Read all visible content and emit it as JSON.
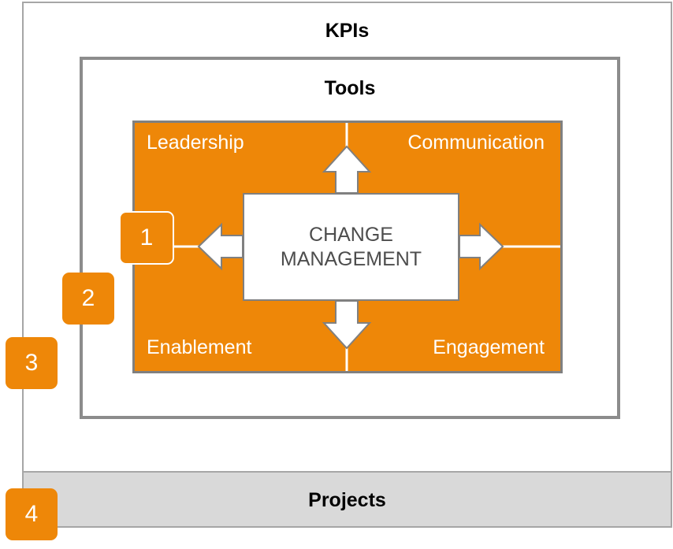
{
  "diagram": {
    "kpis_title": "KPIs",
    "tools_title": "Tools",
    "projects_title": "Projects",
    "center": {
      "line1": "CHANGE",
      "line2": "MANAGEMENT"
    },
    "quadrants": {
      "top_left": "Leadership",
      "top_right": "Communication",
      "bottom_left": "Enablement",
      "bottom_right": "Engagement"
    },
    "badges": [
      "1",
      "2",
      "3",
      "4"
    ],
    "colors": {
      "accent_orange": "#ee8708",
      "frame_gray": "#8c8c8c",
      "projects_bar": "#d9d9d9",
      "center_text": "#4d4d4d"
    }
  }
}
